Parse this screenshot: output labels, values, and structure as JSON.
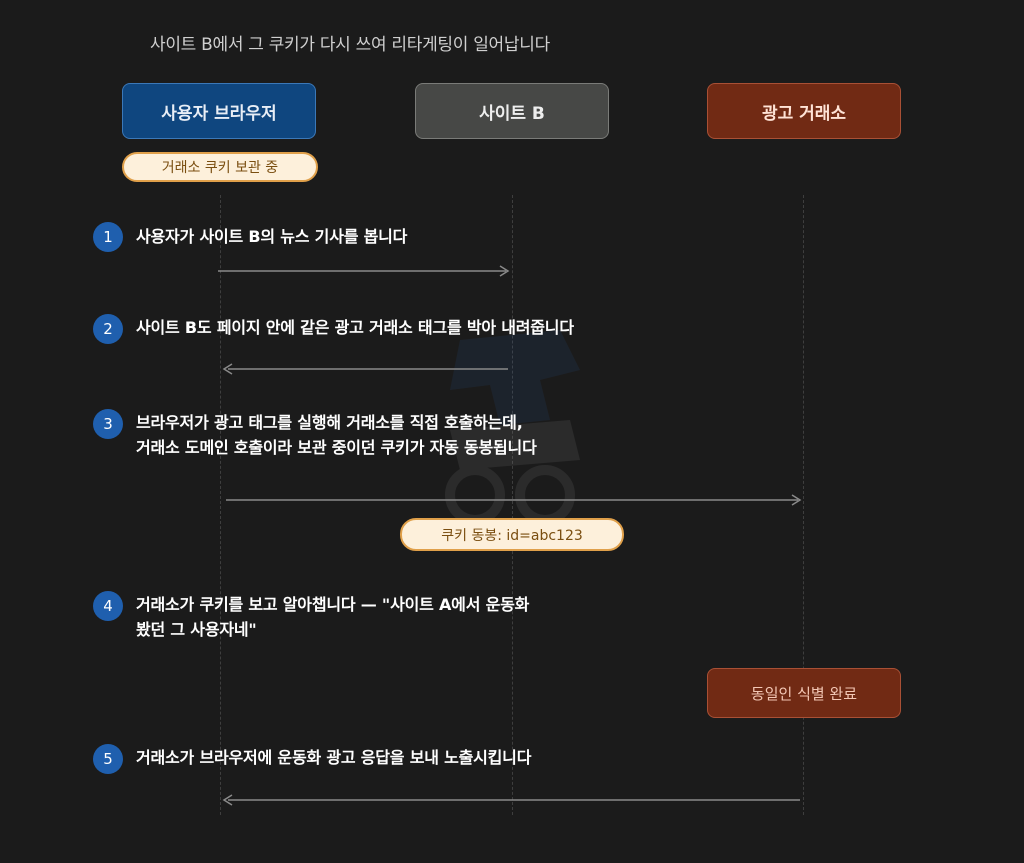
{
  "diagram": {
    "title": "사이트 B에서 그 쿠키가 다시 쓰여 리타게팅이 일어납니다",
    "actors": {
      "browser": "사용자 브라우저",
      "site": "사이트 B",
      "exchange": "광고 거래소"
    },
    "cookie_stored_note": "거래소 쿠키 보관 중",
    "steps": [
      {
        "number": "1",
        "lines": [
          "사용자가 사이트 B의 뉴스 기사를 봅니다"
        ]
      },
      {
        "number": "2",
        "lines": [
          "사이트 B도 페이지 안에 같은 광고 거래소 태그를 박아 내려줍니다"
        ]
      },
      {
        "number": "3",
        "lines": [
          "브라우저가 광고 태그를 실행해 거래소를 직접 호출하는데,",
          "거래소 도메인 호출이라 보관 중이던 쿠키가 자동 동봉됩니다"
        ]
      },
      {
        "number": "4",
        "lines": [
          "거래소가 쿠키를 보고 알아챕니다 — \"사이트 A에서 운동화",
          "봤던 그 사용자네\""
        ]
      },
      {
        "number": "5",
        "lines": [
          "거래소가 브라우저에 운동화 광고 응답을 보내 노출시킵니다"
        ]
      }
    ],
    "cookie_attached_note": "쿠키 동봉: id=abc123",
    "identified_note": "동일인 식별 완료",
    "colors": {
      "browser": "#0f467f",
      "site": "#474846",
      "exchange": "#712a14",
      "step_badge": "#1f5fae",
      "note_fill": "#fdf0db",
      "note_border": "#e0a04a",
      "arrow": "#8a8a8a"
    }
  }
}
